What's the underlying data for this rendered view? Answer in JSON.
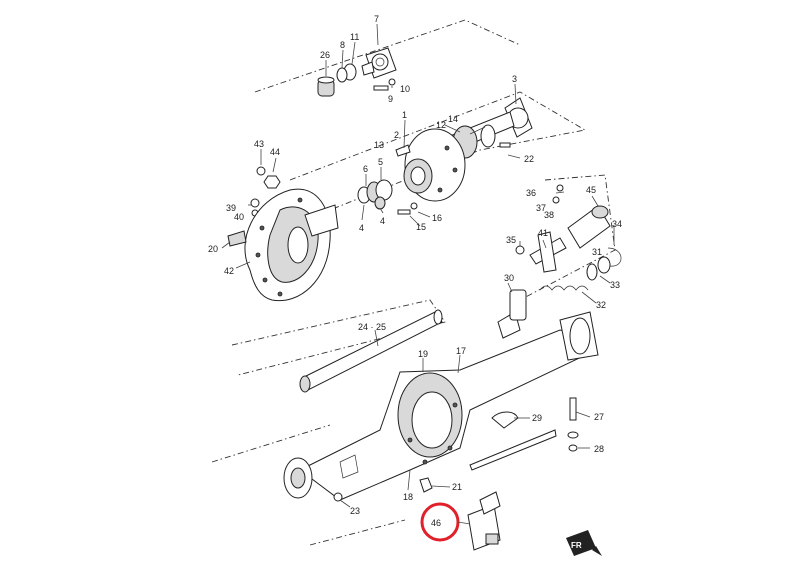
{
  "callouts": [
    {
      "id": "p7",
      "text": "7"
    },
    {
      "id": "p11",
      "text": "11"
    },
    {
      "id": "p8",
      "text": "8"
    },
    {
      "id": "p26",
      "text": "26"
    },
    {
      "id": "p10",
      "text": "10"
    },
    {
      "id": "p9",
      "text": "9"
    },
    {
      "id": "p3",
      "text": "3"
    },
    {
      "id": "p1",
      "text": "1"
    },
    {
      "id": "p2",
      "text": "2"
    },
    {
      "id": "p14",
      "text": "14"
    },
    {
      "id": "p12",
      "text": "12"
    },
    {
      "id": "p13",
      "text": "13"
    },
    {
      "id": "p22",
      "text": "22"
    },
    {
      "id": "p43",
      "text": "43"
    },
    {
      "id": "p44",
      "text": "44"
    },
    {
      "id": "p6",
      "text": "6"
    },
    {
      "id": "p5",
      "text": "5"
    },
    {
      "id": "p39",
      "text": "39"
    },
    {
      "id": "p40",
      "text": "40"
    },
    {
      "id": "p4a",
      "text": "4"
    },
    {
      "id": "p4b",
      "text": "4"
    },
    {
      "id": "p16",
      "text": "16"
    },
    {
      "id": "p15",
      "text": "15"
    },
    {
      "id": "p36",
      "text": "36"
    },
    {
      "id": "p37",
      "text": "37"
    },
    {
      "id": "p38",
      "text": "38"
    },
    {
      "id": "p45",
      "text": "45"
    },
    {
      "id": "p20",
      "text": "20"
    },
    {
      "id": "p42",
      "text": "42"
    },
    {
      "id": "p35",
      "text": "35"
    },
    {
      "id": "p41",
      "text": "41"
    },
    {
      "id": "p34",
      "text": "34"
    },
    {
      "id": "p31",
      "text": "31"
    },
    {
      "id": "p30",
      "text": "30"
    },
    {
      "id": "p33",
      "text": "33"
    },
    {
      "id": "p32",
      "text": "32"
    },
    {
      "id": "p2425",
      "text": "24 · 25"
    },
    {
      "id": "p19",
      "text": "19"
    },
    {
      "id": "p17",
      "text": "17"
    },
    {
      "id": "p29",
      "text": "29"
    },
    {
      "id": "p27",
      "text": "27"
    },
    {
      "id": "p28",
      "text": "28"
    },
    {
      "id": "p18",
      "text": "18"
    },
    {
      "id": "p21",
      "text": "21"
    },
    {
      "id": "p23",
      "text": "23"
    },
    {
      "id": "p46",
      "text": "46"
    }
  ],
  "front_marker": "FR",
  "highlight_color": "#e0202a"
}
